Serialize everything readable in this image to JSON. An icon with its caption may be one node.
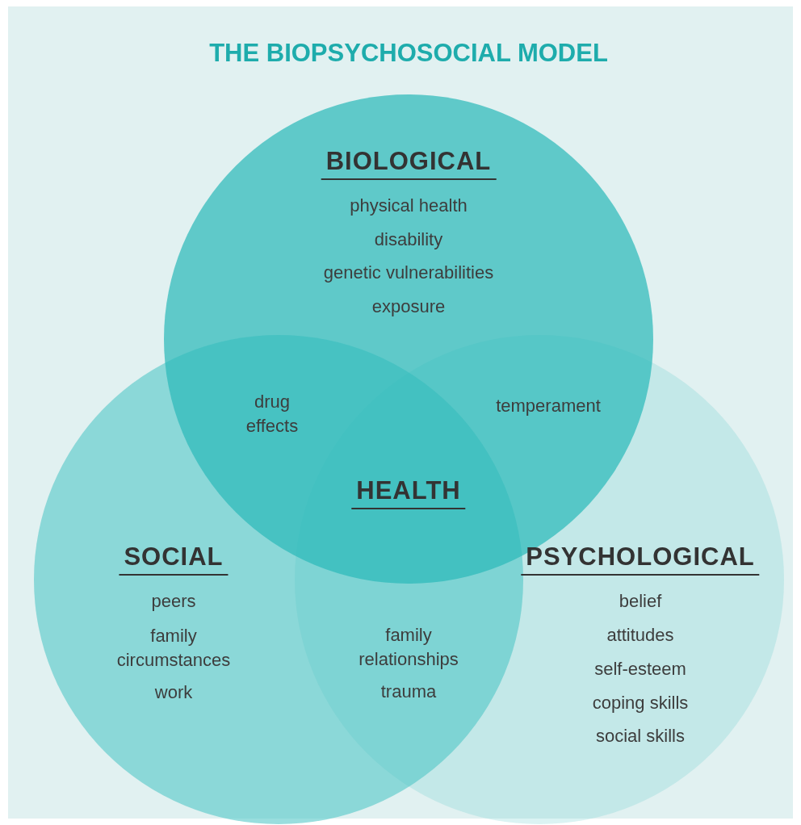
{
  "diagram": {
    "title": "THE BIOPSYCHOSOCIAL MODEL",
    "nodes": [
      {
        "text": [
          "BIOLOGICAL",
          "physical health",
          "disability",
          "genetic vulnerabilities",
          "exposure"
        ]
      },
      {
        "text": [
          "SOCIAL",
          "peers",
          "family circumstances",
          "work"
        ]
      },
      {
        "text": [
          "PSYCHOLOGICAL",
          "belief",
          "attitudes",
          "self-esteem",
          "coping skills",
          "social skills"
        ]
      }
    ],
    "labels": [
      "drug effects",
      "temperament",
      "HEALTH",
      "family relationships",
      "trauma"
    ]
  }
}
